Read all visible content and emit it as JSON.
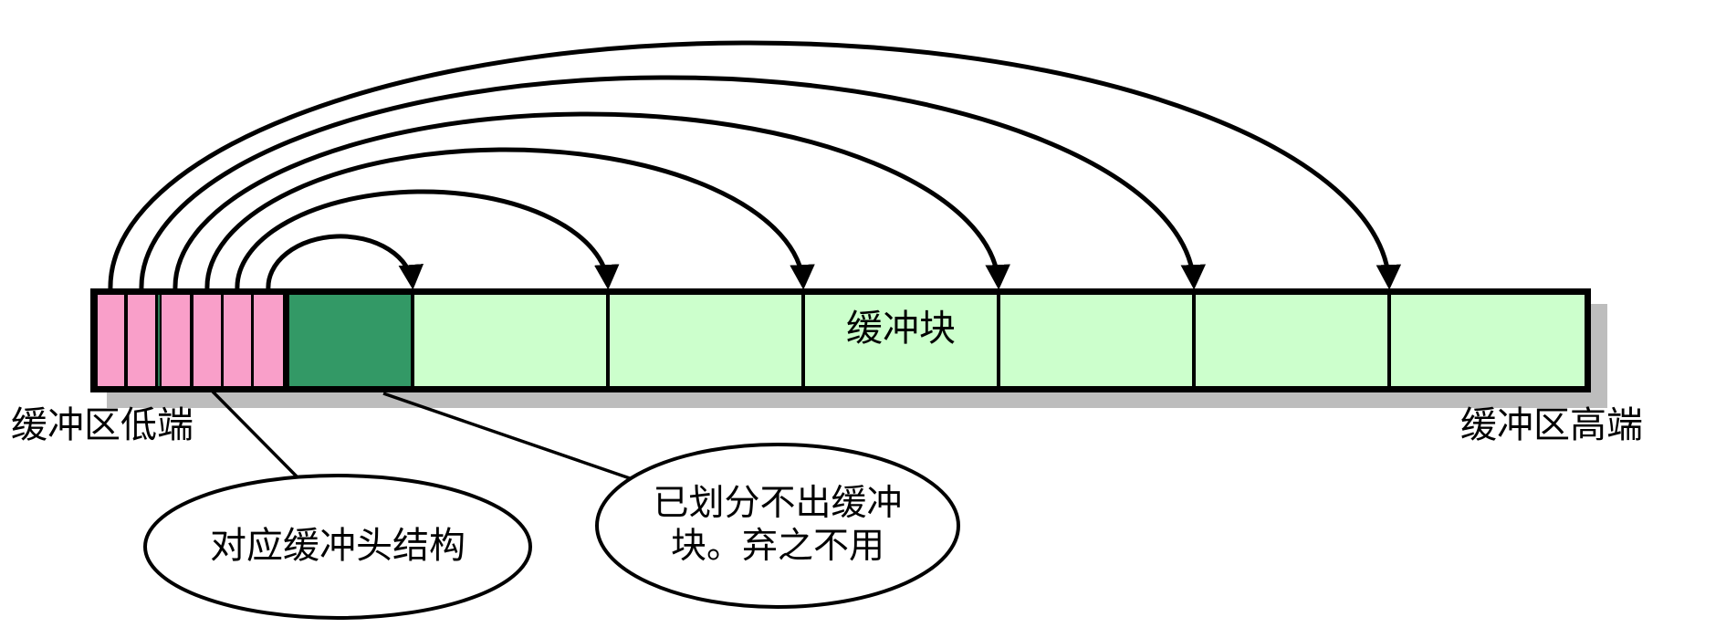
{
  "diagram": {
    "description": "Buffer area layout diagram: buffer header slots at the low end point to buffer blocks; leftover space cannot form a block and is discarded",
    "labels": {
      "buffer_low_end": "缓冲区低端",
      "buffer_high_end": "缓冲区高端",
      "buffer_block": "缓冲块"
    },
    "callouts": {
      "header_struct": {
        "text": "对应缓冲头结构"
      },
      "unused": {
        "line1": "已划分不出缓冲",
        "line2": "块。弃之不用"
      }
    },
    "counts": {
      "buffer_header_slots": 6,
      "buffer_blocks": 6,
      "pointer_arrows": 6
    },
    "colors": {
      "buffer_header_pink": "#f99fc9",
      "unused_segment_green": "#339966",
      "buffer_block_green": "#ccffcc",
      "shadow_gray": "#bdbdbd",
      "outline_black": "#000000",
      "background_white": "#ffffff"
    }
  }
}
